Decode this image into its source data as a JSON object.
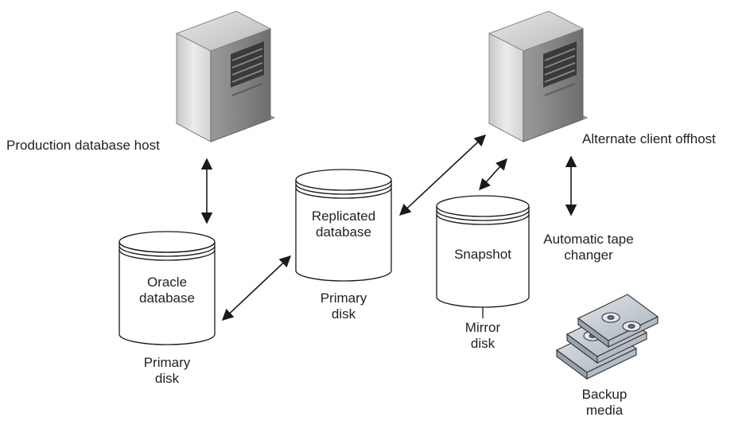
{
  "diagram": {
    "hosts": {
      "production": {
        "label": "Production database host",
        "icon": "server-tower-icon"
      },
      "alternate": {
        "label": "Alternate client offhost",
        "icon": "server-tower-icon"
      }
    },
    "disks": {
      "oracle": {
        "name": [
          "Oracle",
          "database"
        ],
        "caption": [
          "Primary",
          "disk"
        ],
        "icon": "database-cylinder-icon"
      },
      "replicated": {
        "name": [
          "Replicated",
          "database"
        ],
        "caption": [
          "Primary",
          "disk"
        ],
        "icon": "database-cylinder-icon"
      },
      "snapshot": {
        "name": [
          "Snapshot"
        ],
        "caption": [
          "Mirror",
          "disk"
        ],
        "icon": "database-cylinder-icon"
      }
    },
    "tape": {
      "label": [
        "Automatic tape",
        "changer"
      ]
    },
    "media": {
      "label": [
        "Backup",
        "media"
      ],
      "icon": "tape-cartridge-stack-icon"
    },
    "colors": {
      "line": "#1a1a1a",
      "server_front": "#dcdcdc",
      "server_side": "#8a8a8a",
      "server_dark": "#3a3a3a",
      "tape_body": "#c9d0d8",
      "disk_fill": "#ffffff"
    }
  }
}
